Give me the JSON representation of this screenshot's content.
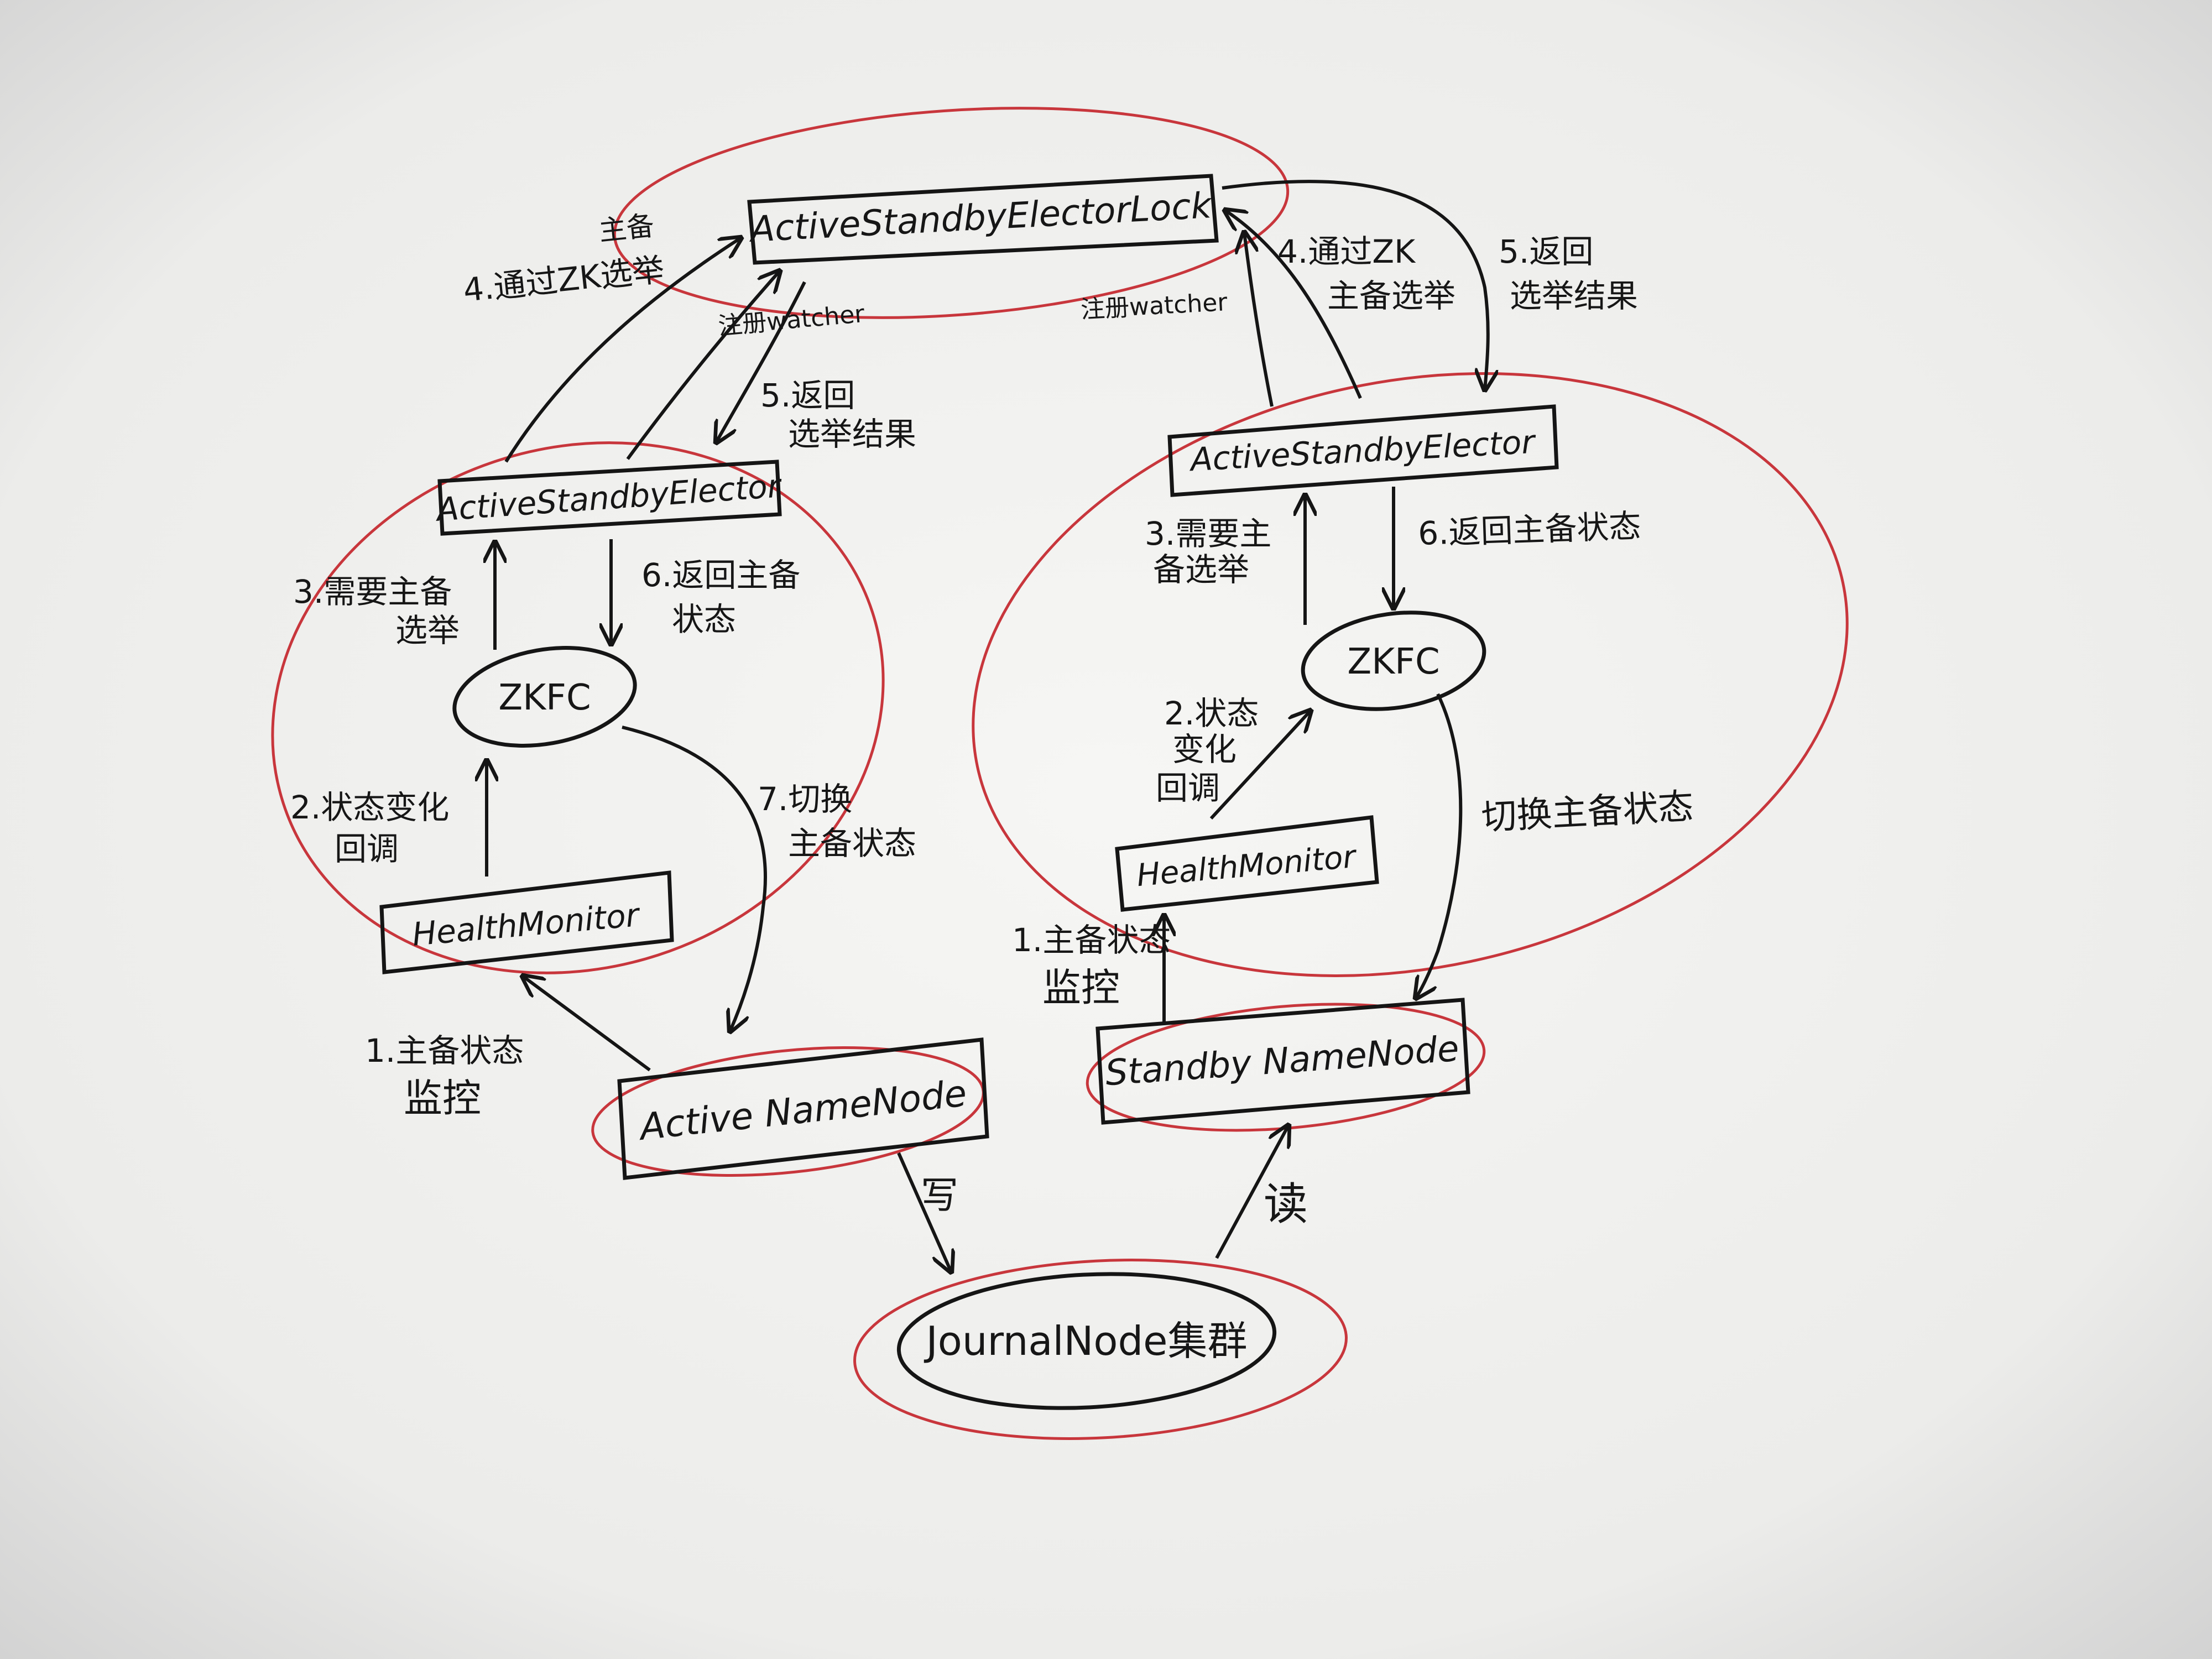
{
  "nodes": {
    "lock": "ActiveStandbyElectorLock",
    "elector_left": "ActiveStandbyElector",
    "elector_right": "ActiveStandbyElector",
    "zkfc_left": "ZKFC",
    "zkfc_right": "ZKFC",
    "health_left": "HealthMonitor",
    "health_right": "HealthMonitor",
    "active_nn": "Active NameNode",
    "standby_nn": "Standby NameNode",
    "journal": "JournalNode集群"
  },
  "labels": {
    "left_elect_via_zk_top": "主备",
    "left_elect_via_zk_bottom": "4.通过ZK选举",
    "left_watcher": "注册watcher",
    "left_return_result_1": "5.返回",
    "left_return_result_2": "选举结果",
    "left_need_elect_1": "3.需要主备",
    "left_need_elect_2": "选举",
    "left_return_state_1": "6.返回主备",
    "left_return_state_2": "状态",
    "left_state_change_1": "2.状态变化",
    "left_state_change_2": "回调",
    "left_switch_1": "7.切换",
    "left_switch_2": "主备状态",
    "left_monitor_1": "1.主备状态",
    "left_monitor_2": "监控",
    "right_watcher": "注册watcher",
    "right_elect_via_zk_1": "4.通过ZK",
    "right_elect_via_zk_2": "主备选举",
    "right_return_result_1": "5.返回",
    "right_return_result_2": "选举结果",
    "right_need_elect_1": "3.需要主",
    "right_need_elect_2": "备选举",
    "right_return_state": "6.返回主备状态",
    "right_state_change_1": "2.状态",
    "right_state_change_2": "变化",
    "right_state_change_3": "回调",
    "right_switch": "切换主备状态",
    "right_monitor_1": "1.主备状态",
    "right_monitor_2": "监控",
    "write": "写",
    "read": "读"
  },
  "colors": {
    "paper": "#f4f4f2",
    "ink": "#151515",
    "red_ink": "#c8363c"
  }
}
